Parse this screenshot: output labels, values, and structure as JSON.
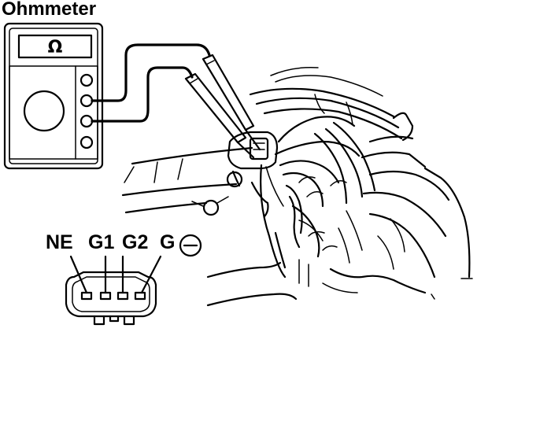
{
  "meter": {
    "title": "Ohmmeter",
    "display_symbol": "Ω",
    "icon": "ohmmeter-icon"
  },
  "connector": {
    "icon": "connector-icon",
    "pins": [
      {
        "label": "NE"
      },
      {
        "label": "G1"
      },
      {
        "label": "G2"
      },
      {
        "label": "G"
      }
    ],
    "ground_symbol": "minus-circle-icon"
  },
  "engine": {
    "icon": "distributor-assembly-icon"
  }
}
